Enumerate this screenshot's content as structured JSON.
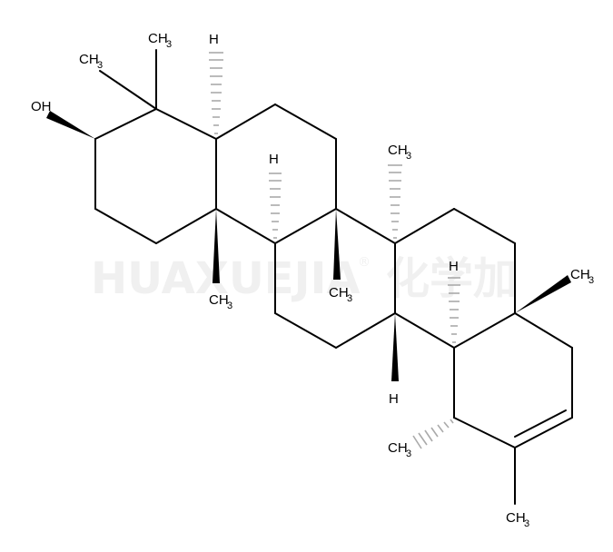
{
  "watermark": {
    "text": "HUAXUEJIA",
    "registered": "®",
    "cjk": "化学加",
    "color": "#f0f0f0"
  },
  "colors": {
    "bond": "#000000",
    "hashed_wedge": "#aaaaaa"
  },
  "labels": {
    "oh": "OH",
    "ch3": "CH",
    "three": "3",
    "h": "H"
  }
}
